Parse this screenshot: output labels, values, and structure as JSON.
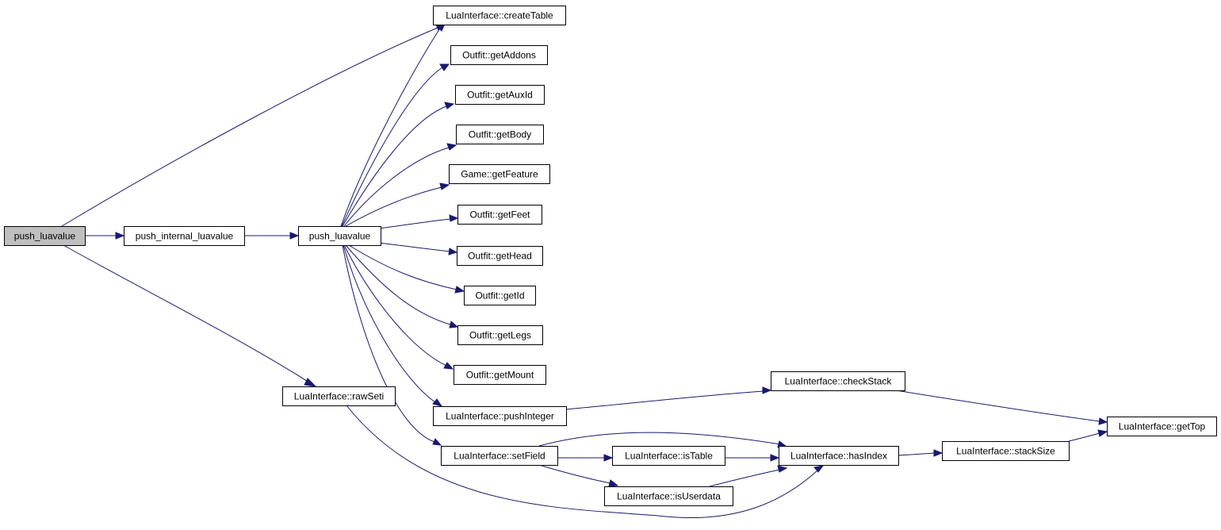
{
  "diagram": {
    "type": "call-graph",
    "colors": {
      "edge": "#191970",
      "node_border": "#000000",
      "root_fill": "#bfbfbf",
      "node_fill": "#ffffff"
    },
    "nodes": [
      {
        "id": "root",
        "label": "push_luavalue",
        "root": true
      },
      {
        "id": "pil",
        "label": "push_internal_luavalue"
      },
      {
        "id": "plv",
        "label": "push_luavalue"
      },
      {
        "id": "ct",
        "label": "LuaInterface::createTable"
      },
      {
        "id": "ga",
        "label": "Outfit::getAddons"
      },
      {
        "id": "gai",
        "label": "Outfit::getAuxId"
      },
      {
        "id": "gb",
        "label": "Outfit::getBody"
      },
      {
        "id": "gf",
        "label": "Game::getFeature"
      },
      {
        "id": "gft",
        "label": "Outfit::getFeet"
      },
      {
        "id": "gh",
        "label": "Outfit::getHead"
      },
      {
        "id": "gid",
        "label": "Outfit::getId"
      },
      {
        "id": "gl",
        "label": "Outfit::getLegs"
      },
      {
        "id": "gm",
        "label": "Outfit::getMount"
      },
      {
        "id": "pi",
        "label": "LuaInterface::pushInteger"
      },
      {
        "id": "sf",
        "label": "LuaInterface::setField"
      },
      {
        "id": "rs",
        "label": "LuaInterface::rawSeti"
      },
      {
        "id": "cs",
        "label": "LuaInterface::checkStack"
      },
      {
        "id": "it",
        "label": "LuaInterface::isTable"
      },
      {
        "id": "iu",
        "label": "LuaInterface::isUserdata"
      },
      {
        "id": "hi",
        "label": "LuaInterface::hasIndex"
      },
      {
        "id": "ss",
        "label": "LuaInterface::stackSize"
      },
      {
        "id": "gt",
        "label": "LuaInterface::getTop"
      }
    ],
    "edges": [
      {
        "from": "root",
        "to": "pil"
      },
      {
        "from": "root",
        "to": "ct"
      },
      {
        "from": "root",
        "to": "rs"
      },
      {
        "from": "pil",
        "to": "plv"
      },
      {
        "from": "plv",
        "to": "ct"
      },
      {
        "from": "plv",
        "to": "ga"
      },
      {
        "from": "plv",
        "to": "gai"
      },
      {
        "from": "plv",
        "to": "gb"
      },
      {
        "from": "plv",
        "to": "gf"
      },
      {
        "from": "plv",
        "to": "gft"
      },
      {
        "from": "plv",
        "to": "gh"
      },
      {
        "from": "plv",
        "to": "gid"
      },
      {
        "from": "plv",
        "to": "gl"
      },
      {
        "from": "plv",
        "to": "gm"
      },
      {
        "from": "plv",
        "to": "pi"
      },
      {
        "from": "plv",
        "to": "sf"
      },
      {
        "from": "pi",
        "to": "cs"
      },
      {
        "from": "cs",
        "to": "gt"
      },
      {
        "from": "sf",
        "to": "it"
      },
      {
        "from": "sf",
        "to": "iu"
      },
      {
        "from": "sf",
        "to": "hi"
      },
      {
        "from": "rs",
        "to": "hi"
      },
      {
        "from": "it",
        "to": "hi"
      },
      {
        "from": "iu",
        "to": "hi"
      },
      {
        "from": "hi",
        "to": "ss"
      },
      {
        "from": "ss",
        "to": "gt"
      }
    ]
  }
}
